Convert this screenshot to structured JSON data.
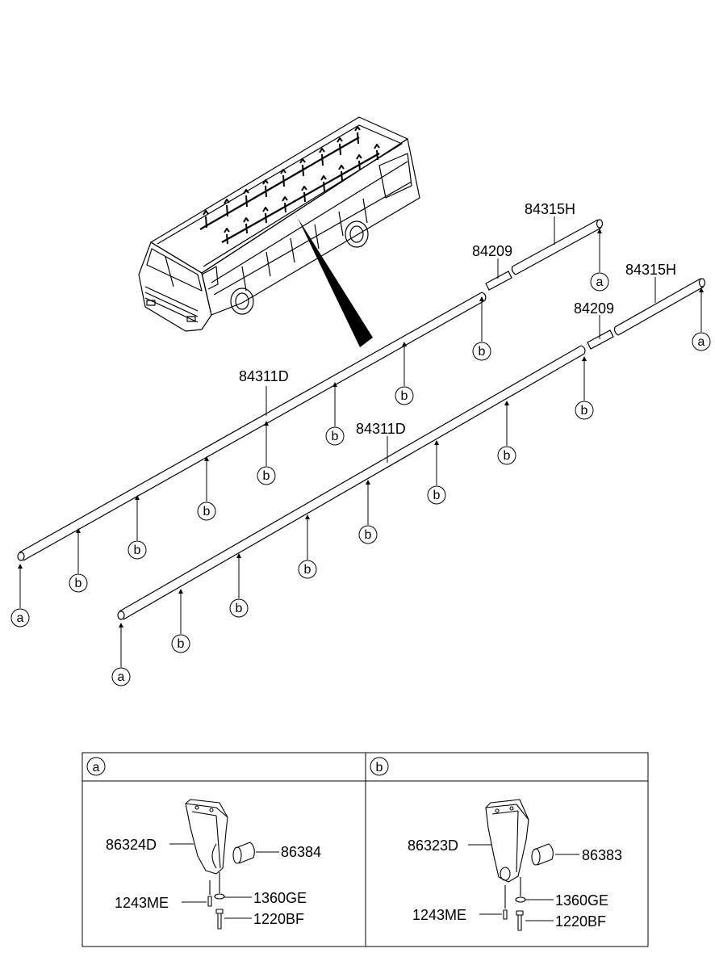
{
  "colors": {
    "line": "#000000",
    "background": "#ffffff"
  },
  "labels": {
    "rail_upper": "84311D",
    "rail_lower": "84311D",
    "joint_upper": "84209",
    "joint_lower": "84209",
    "end_upper": "84315H",
    "end_lower": "84315H"
  },
  "callouts": {
    "a": "a",
    "b": "b"
  },
  "detail_a": {
    "header": "a",
    "bracket": "86324D",
    "cap": "86384",
    "washer": "1360GE",
    "screw": "1243ME",
    "bolt": "1220BF"
  },
  "detail_b": {
    "header": "b",
    "bracket": "86323D",
    "cap": "86383",
    "washer": "1360GE",
    "screw": "1243ME",
    "bolt": "1220BF"
  }
}
